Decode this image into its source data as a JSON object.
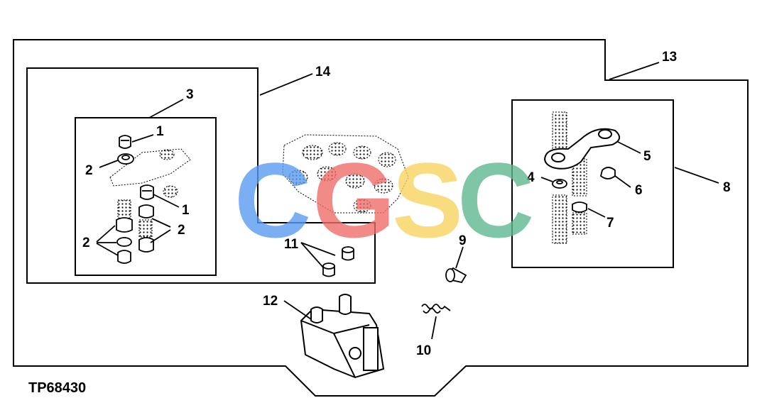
{
  "figure_code": "TP68430",
  "callouts": {
    "c1a": "1",
    "c1b": "1",
    "c2a": "2",
    "c2b": "2",
    "c2c": "2",
    "c3": "3",
    "c4": "4",
    "c5": "5",
    "c6": "6",
    "c7": "7",
    "c8": "8",
    "c9": "9",
    "c10": "10",
    "c11": "11",
    "c12": "12",
    "c13": "13",
    "c14": "14"
  },
  "watermark": {
    "letters": [
      "C",
      "G",
      "S",
      "C"
    ],
    "colors": [
      "#5b9cf2",
      "#ef6f6a",
      "#f7d460",
      "#5fb98f"
    ]
  }
}
